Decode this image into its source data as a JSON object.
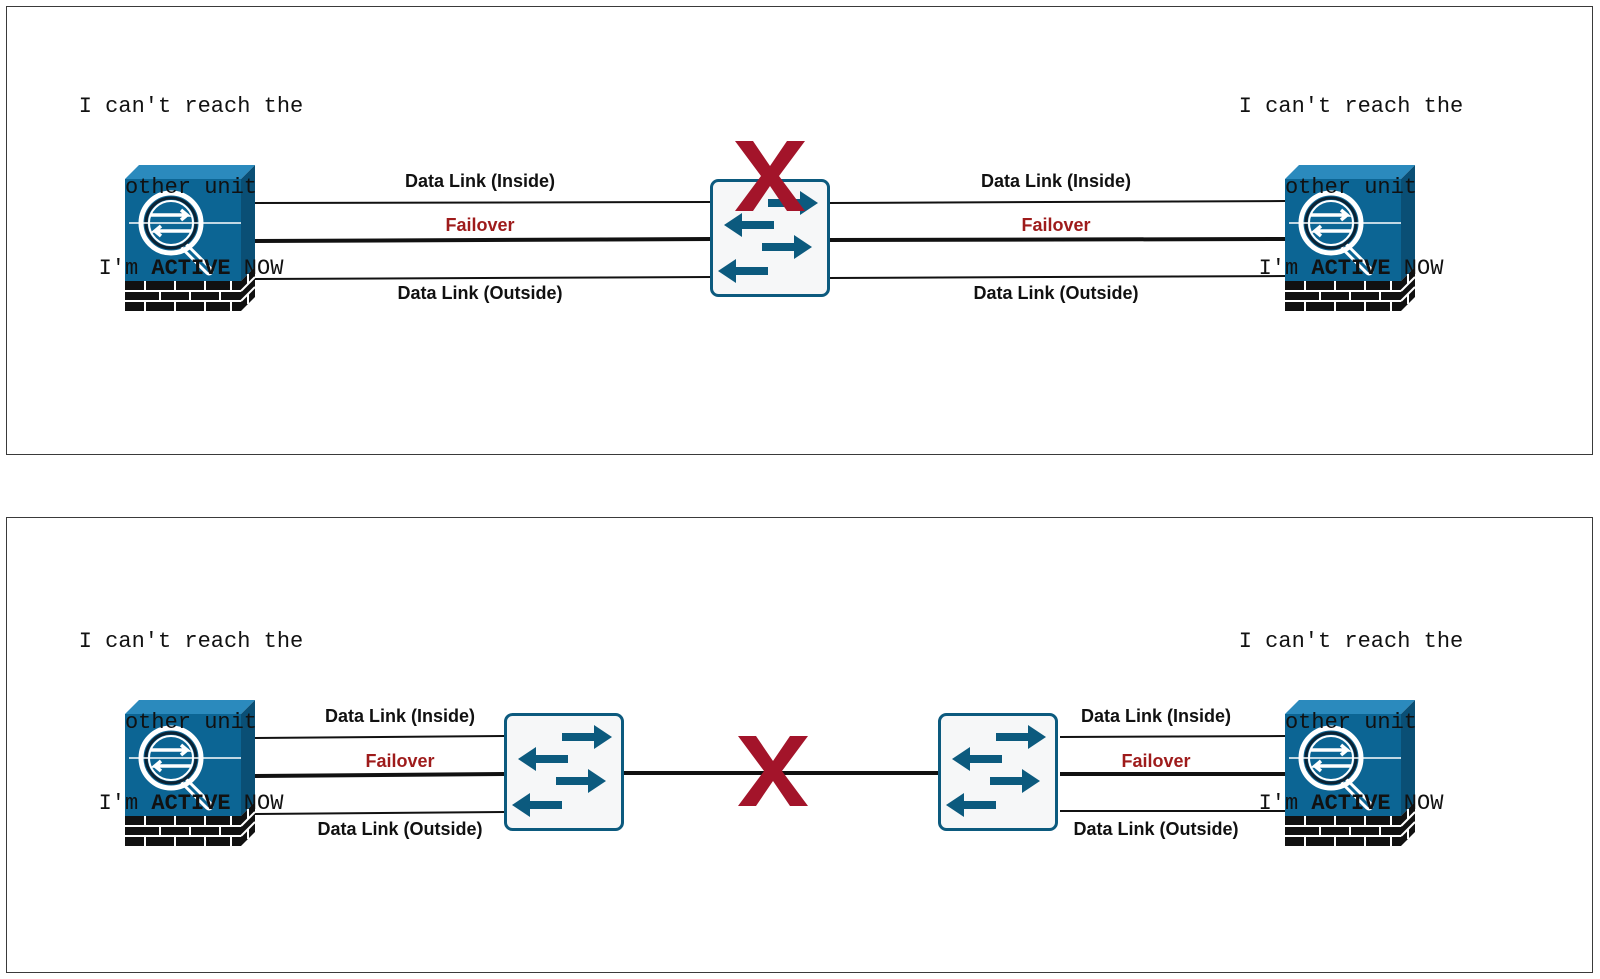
{
  "colors": {
    "firewall_front": "#0c6594",
    "firewall_top": "#2b8abd",
    "firewall_side": "#0a4f75",
    "switch_arrow": "#0c5a7e",
    "failure_x": "#a3142a",
    "failover_label": "#9e1b1b"
  },
  "panels": [
    {
      "left_note": {
        "line1": "I can't reach the",
        "line2": "other unit",
        "line3_prefix": "I'm ",
        "line3_bold": "ACTIVE",
        "line3_suffix": " NOW"
      },
      "right_note": {
        "line1": "I can't reach the",
        "line2": "other unit",
        "line3_prefix": "I'm ",
        "line3_bold": "ACTIVE",
        "line3_suffix": " NOW"
      },
      "left_links": {
        "inside": "Data Link (Inside)",
        "failover": "Failover",
        "outside": "Data Link (Outside)"
      },
      "right_links": {
        "inside": "Data Link (Inside)",
        "failover": "Failover",
        "outside": "Data Link (Outside)"
      },
      "left_device": "firewall-icon",
      "right_device": "firewall-icon",
      "switch": "switch-icon",
      "failure_marker": "x-mark-icon"
    },
    {
      "left_note": {
        "line1": "I can't reach the",
        "line2": "other unit",
        "line3_prefix": "I'm ",
        "line3_bold": "ACTIVE",
        "line3_suffix": " NOW"
      },
      "right_note": {
        "line1": "I can't reach the",
        "line2": "other unit",
        "line3_prefix": "I'm ",
        "line3_bold": "ACTIVE",
        "line3_suffix": " NOW"
      },
      "left_links": {
        "inside": "Data Link (Inside)",
        "failover": "Failover",
        "outside": "Data Link (Outside)"
      },
      "right_links": {
        "inside": "Data Link (Inside)",
        "failover": "Failover",
        "outside": "Data Link (Outside)"
      },
      "left_device": "firewall-icon",
      "right_device": "firewall-icon",
      "switches": [
        "switch-icon",
        "switch-icon"
      ],
      "failure_marker": "x-mark-icon"
    }
  ]
}
